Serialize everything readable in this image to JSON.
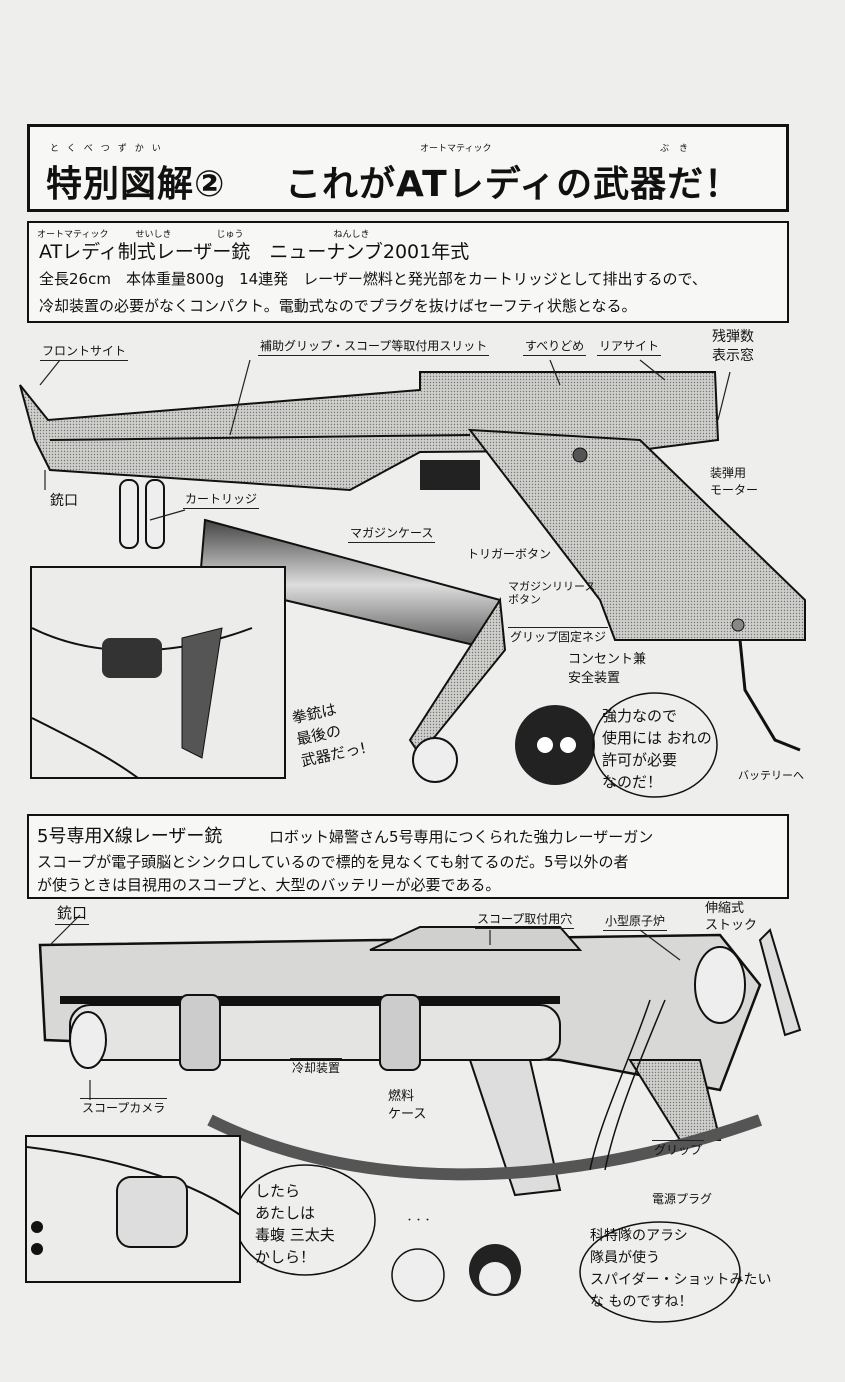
{
  "header": {
    "ruby_left": "とくべつずかい",
    "title_left": "特別図解②",
    "ruby_mid": "オートマティック",
    "title_right": "これがATレディの武器だ！",
    "ruby_right": "ぶき"
  },
  "weapon1": {
    "ruby": "オートマティック　　　せいしき　　　　　じゅう　　　　　　　　　　ねんしき",
    "name": "ATレディ制式レーザー銃　ニューナンブ2001年式",
    "specs_line1": "全長26cm　本体重量800g　14連発　レーザー燃料と発光部をカートリッジとして排出するので、",
    "specs_line2": "冷却装置の必要がなくコンパクト。電動式なのでプラグを抜けばセーフティ状態となる。",
    "labels": {
      "front_sight": "フロントサイト",
      "slit": "補助グリップ・スコープ等取付用スリット",
      "anti_slip": "すべりどめ",
      "rear_sight": "リアサイト",
      "ammo_window": "残弾数\n表示窓",
      "muzzle": "銃口",
      "cartridge": "カートリッジ",
      "loading_motor": "装弾用\nモーター",
      "magazine_case": "マガジンケース",
      "trigger_button": "トリガーボタン",
      "magazine_release": "マガジンリリース\nボタン",
      "grip_screw": "グリップ固定ネジ",
      "outlet_safety": "コンセント兼\n安全装置",
      "to_battery": "バッテリーへ"
    },
    "bubbles": {
      "pistol": "拳銃は\n最後の\n武器だっ!",
      "permission": "強力なので\n使用には おれの\n許可が必要\nなのだ！"
    }
  },
  "weapon2": {
    "name": "5号専用X線レーザー銃",
    "desc_line1": "ロボット婦警さん5号専用につくられた強力レーザーガン",
    "desc_line2": "スコープが電子頭脳とシンクロしているので標的を見なくても射てるのだ。5号以外の者",
    "desc_line3": "が使うときは目視用のスコープと、大型のバッテリーが必要である。",
    "labels": {
      "muzzle": "銃口",
      "scope_hole": "スコープ取付用穴",
      "reactor": "小型原子炉",
      "stock": "伸縮式\nストック",
      "cooling": "冷却装置",
      "scope_camera": "スコープカメラ",
      "fuel_case": "燃料\nケース",
      "grip": "グリップ",
      "power_plug": "電源プラグ"
    },
    "bubbles": {
      "dokumamushi": "したら\nあたしは\n毒蝮 三太夫\nかしら！",
      "dots": "・・・",
      "spider_shot": "科特隊のアラシ\n隊員が使う\nスパイダー・ショットみたい\nな ものですね！"
    }
  }
}
